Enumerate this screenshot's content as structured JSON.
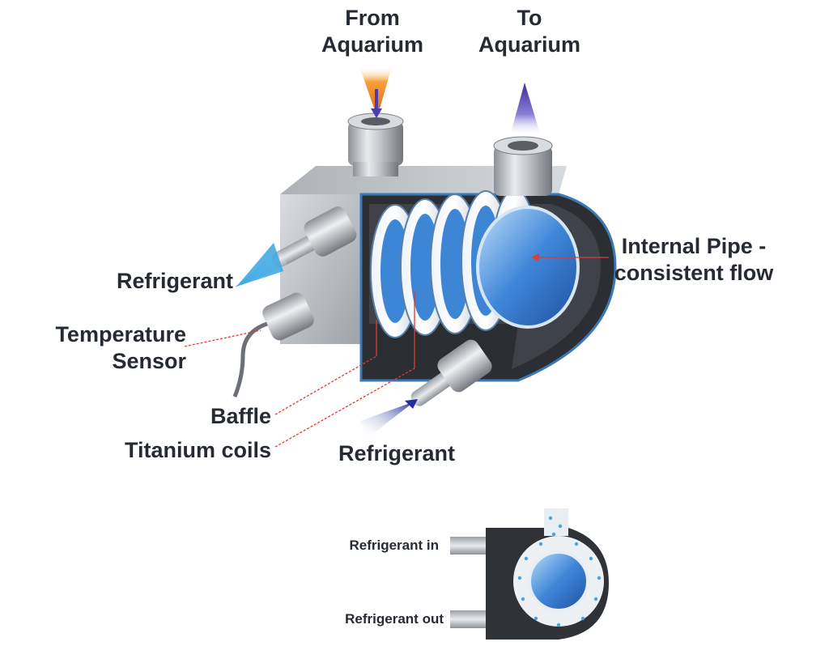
{
  "labels": {
    "from_aquarium": "From Aquarium",
    "from_aquarium_line1": "From",
    "from_aquarium_line2": "Aquarium",
    "to_aquarium_line1": "To",
    "to_aquarium_line2": "Aquarium",
    "refrigerant_left": "Refrigerant",
    "temperature_line1": "Temperature",
    "temperature_line2": "Sensor",
    "baffle": "Baffle",
    "titanium_coils": "Titanium coils",
    "refrigerant_bottom": "Refrigerant",
    "internal_pipe_line1": "Internal Pipe -",
    "internal_pipe_line2": "consistent flow",
    "refrigerant_in": "Refrigerant in",
    "refrigerant_out": "Refrigerant out"
  },
  "colors": {
    "text": "#262b33",
    "leader_line": "#e23b30",
    "water_in_arrow": "#f08a1c",
    "water_out_arrow": "#4b3fb0",
    "refrigerant_out_arrow": "#3aa6e0",
    "refrigerant_in_arrow": "#2a3aa0",
    "coil": "#3d86d6",
    "housing_metal": "#b8bcc2",
    "housing_dark": "#2b2e33"
  }
}
